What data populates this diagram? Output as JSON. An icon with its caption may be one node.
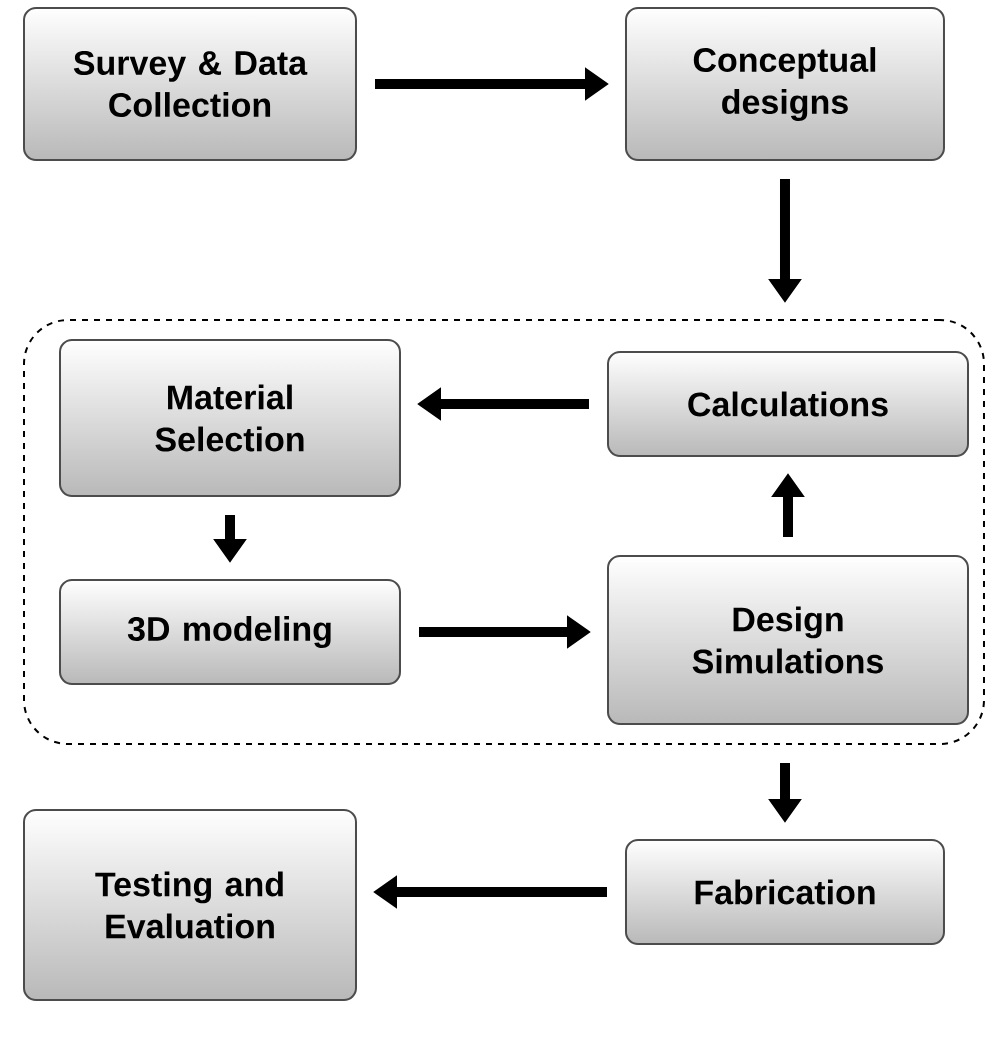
{
  "diagram": {
    "nodes": [
      {
        "text": [
          "Survey & Data Collection"
        ]
      },
      {
        "text": [
          "Conceptual designs"
        ]
      },
      {
        "text": [],
        "shape": "box"
      },
      {
        "text": [
          "Material Selection"
        ],
        "in": 2
      },
      {
        "text": [
          "Calculations"
        ],
        "in": 2
      },
      {
        "text": [
          "3D modeling"
        ],
        "in": 2
      },
      {
        "text": [
          "Design Simulations"
        ],
        "in": 2
      },
      {
        "text": [
          "Testing and Evaluation"
        ]
      },
      {
        "text": [
          "Fabrication"
        ]
      }
    ],
    "edges": [
      {
        "from": 0,
        "to": 1,
        "arrow": "to"
      },
      {
        "from": 1,
        "to": 2,
        "arrow": "to"
      },
      {
        "from": 4,
        "to": 3,
        "arrow": "to"
      },
      {
        "from": 3,
        "to": 5,
        "arrow": "to"
      },
      {
        "from": 5,
        "to": 6,
        "arrow": "to"
      },
      {
        "from": 6,
        "to": 4,
        "arrow": "to"
      },
      {
        "from": 2,
        "to": 8,
        "arrow": "to"
      },
      {
        "from": 8,
        "to": 7,
        "arrow": "to"
      }
    ]
  }
}
